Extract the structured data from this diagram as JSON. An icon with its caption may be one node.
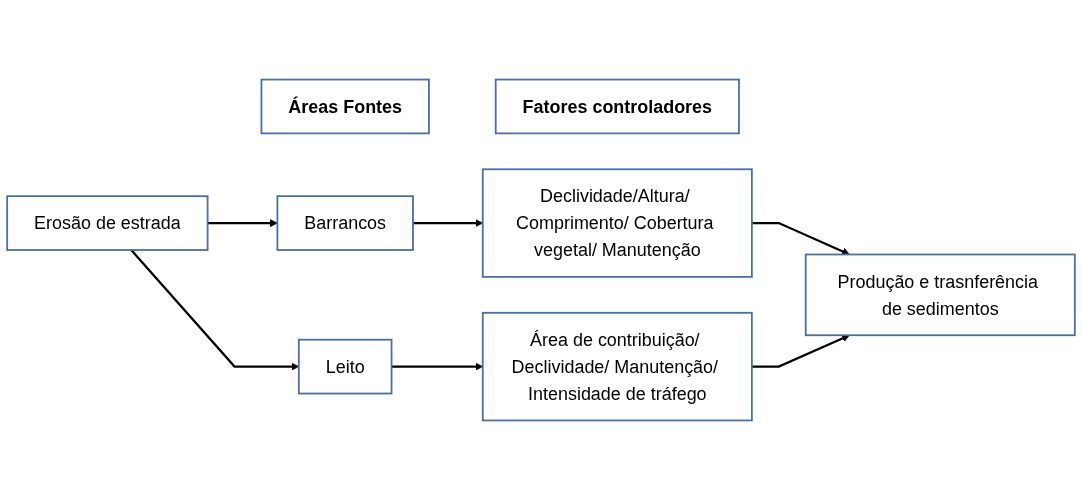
{
  "diagram": {
    "nodes": [
      {
        "text": [
          "Áreas Fontes"
        ]
      },
      {
        "text": [
          "Fatores controladores"
        ]
      },
      {
        "text": [
          "Erosão de estrada"
        ]
      },
      {
        "text": [
          "Barrancos"
        ]
      },
      {
        "text": [
          "Leito"
        ]
      },
      {
        "text": [
          "Declividade/Altura/ Comprimento/ Cobertura vegetal/ Manutenção"
        ]
      },
      {
        "text": [
          "Área de contribuição/ Declividade/ Manutenção/ Intensidade de tráfego"
        ]
      },
      {
        "text": [
          "Produção e trasnferência de sedimentos"
        ]
      }
    ],
    "edges": [
      {
        "from": 2,
        "to": 3,
        "arrow": "to"
      },
      {
        "from": 2,
        "to": 4,
        "arrow": "to"
      },
      {
        "from": 3,
        "to": 5,
        "arrow": "to"
      },
      {
        "from": 4,
        "to": 6,
        "arrow": "to"
      },
      {
        "from": 5,
        "to": 7,
        "arrow": "to"
      },
      {
        "from": 6,
        "to": 7,
        "arrow": "to"
      }
    ]
  }
}
